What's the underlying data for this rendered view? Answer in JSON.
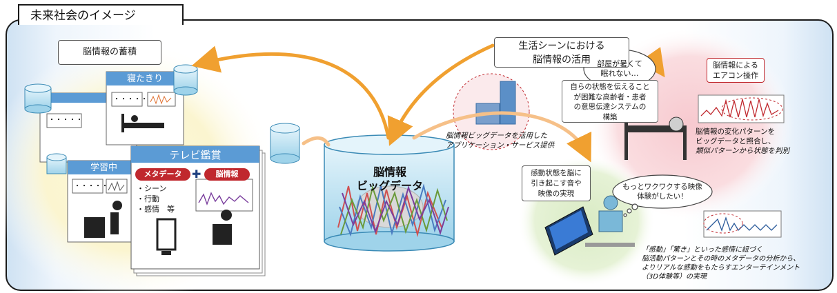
{
  "title": "未来社会のイメージ",
  "left": {
    "accumulation_label": "脳情報の蓄積",
    "card_sleep_title": "寝たきり",
    "card_study_title": "学習中",
    "card_tv_title": "テレビ鑑賞",
    "dots": "・・・・・",
    "metadata_tag": "メタデータ",
    "brain_tag": "脳情報",
    "meta_items": [
      "・シーン",
      "・行動",
      "・感情　等"
    ]
  },
  "center": {
    "db_title_line1": "脳情報",
    "db_title_line2": "ビッグデータ",
    "app_caption_line1": "脳情報ビッグデータを活用した",
    "app_caption_line2": "アプリケーション・サービス提供"
  },
  "right": {
    "life_scene_line1": "生活シーンにおける",
    "life_scene_line2": "脳情報の活用",
    "patient_box": [
      "自らの状態を伝えること",
      "が困難な高齢者・患者",
      "の意思伝達システムの",
      "構築"
    ],
    "thought_hot": [
      "部屋が暑くて",
      "眠れない…"
    ],
    "aircon_box": [
      "脳情報による",
      "エアコン操作"
    ],
    "pattern_text": [
      "脳情報の変化パターンを",
      "ビッグデータと照合し、",
      "類似パターンから状態を判別"
    ],
    "emotion_box": [
      "感動状態を脳に",
      "引き起こす音や",
      "映像の実現"
    ],
    "thought_movie": [
      "もっとワクワクする映像",
      "体験がしたい！"
    ],
    "entertainment_text": [
      "「感動」「驚き」といった感情に紐づく",
      "脳活動パターンとその時のメタデータの分析から、",
      "よりリアルな感動をもたらすエンターテインメント",
      "（3D体験等）の実現"
    ]
  },
  "colors": {
    "arrow_orange": "#f0a030",
    "tag_red": "#c0282e",
    "header_blue": "#5b9bd5",
    "cylinder_blue": "#a9d8ec"
  }
}
